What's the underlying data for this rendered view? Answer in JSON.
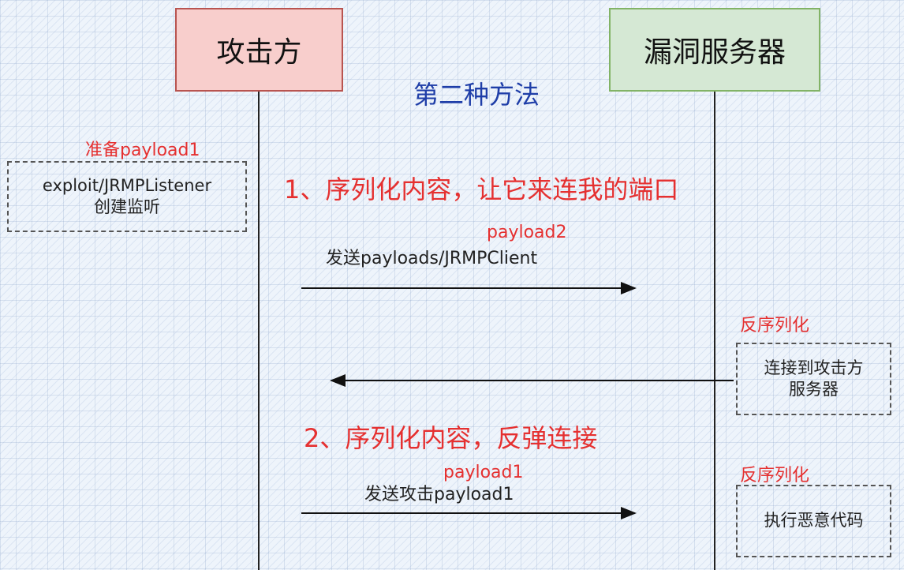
{
  "actors": {
    "attacker": "攻击方",
    "server": "漏洞服务器"
  },
  "title": "第二种方法",
  "prepare": {
    "label": "准备payload1",
    "line1": "exploit/JRMPListener",
    "line2": "创建监听"
  },
  "step1": "1、序列化内容，让它来连我的端口",
  "message1": {
    "payload": "payload2",
    "text": "发送payloads/JRMPClient"
  },
  "deserialize1": {
    "label": "反序列化",
    "line1": "连接到攻击方",
    "line2": "服务器"
  },
  "step2": "2、序列化内容，反弹连接",
  "message2": {
    "payload": "payload1",
    "text": "发送攻击payload1"
  },
  "deserialize2": {
    "label": "反序列化",
    "line1": "执行恶意代码"
  },
  "colors": {
    "attacker_fill": "#f8cecc",
    "server_fill": "#d5e8d4",
    "title": "#1f3ea8",
    "annotation_red": "#e53030"
  }
}
